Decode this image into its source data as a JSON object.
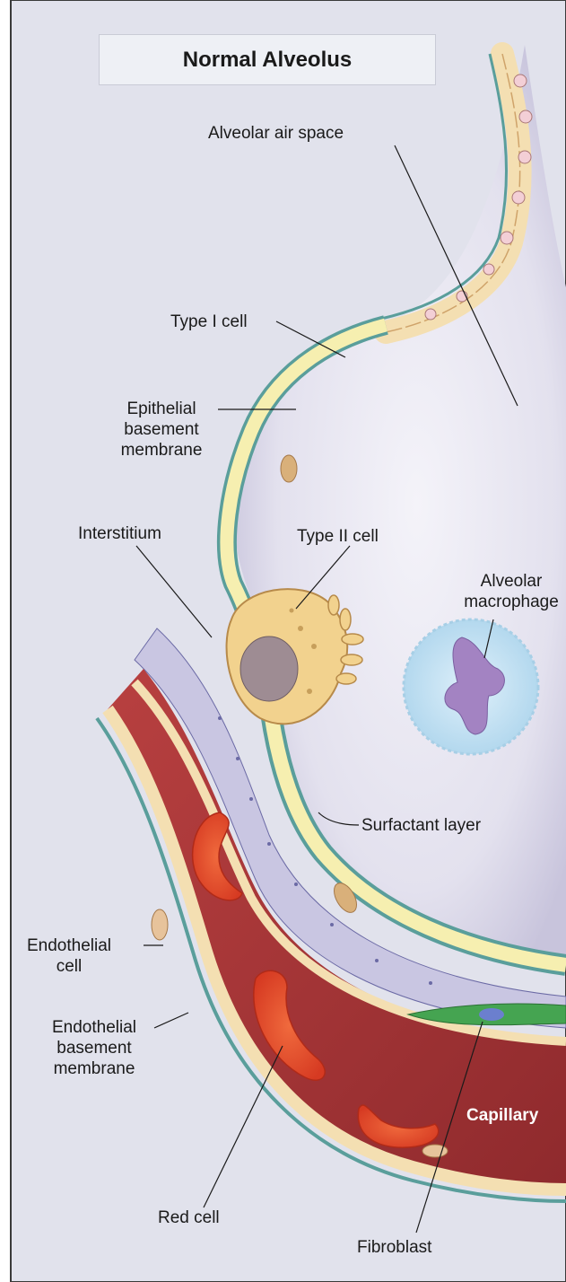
{
  "title": "Normal Alveolus",
  "labels": {
    "alveolar_air_space": "Alveolar air space",
    "type1_cell": "Type I cell",
    "epithelial_bm": [
      "Epithelial",
      "basement",
      "membrane"
    ],
    "interstitium": "Interstitium",
    "type2_cell": "Type II cell",
    "alveolar_macrophage": [
      "Alveolar",
      "macrophage"
    ],
    "surfactant_layer": "Surfactant layer",
    "endothelial_cell": [
      "Endothelial",
      "cell"
    ],
    "endothelial_bm": [
      "Endothelial",
      "basement",
      "membrane"
    ],
    "capillary": "Capillary",
    "red_cell": "Red cell",
    "fibroblast": "Fibroblast"
  },
  "colors": {
    "background": "#dfe0ea",
    "alveolar_space": "#e9e7f1",
    "type1_cell": "#f6efb0",
    "epithelial_cells": "#f4dfb2",
    "interstitium": "#c9c6e2",
    "capillary_blood": "#a63436",
    "red_cell": "#e2492c",
    "fibroblast": "#45a451",
    "macrophage": "#c7e3f2",
    "membrane_teal": "#4f9a9a"
  }
}
